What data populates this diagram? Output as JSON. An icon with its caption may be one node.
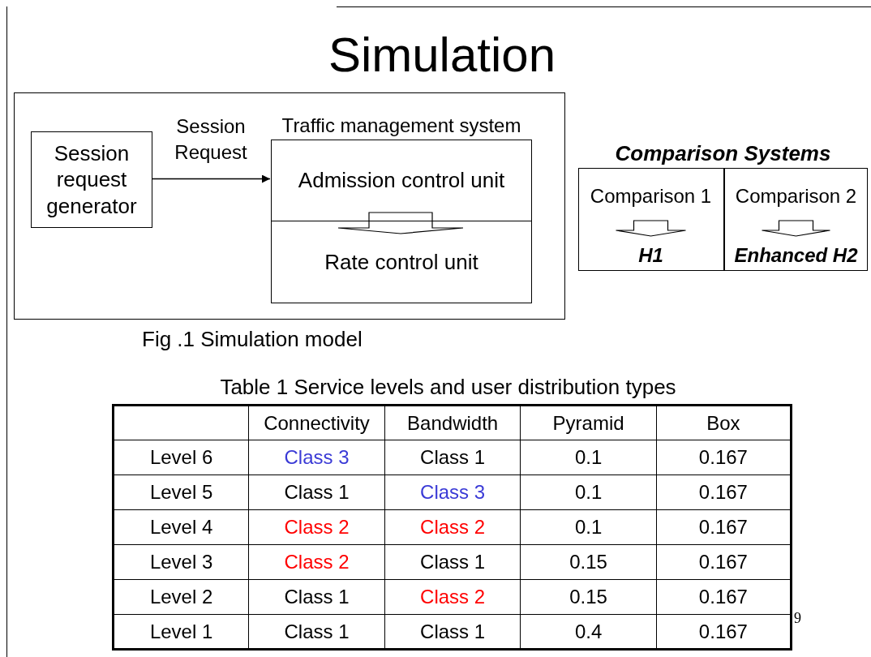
{
  "diagram": {
    "title": "Simulation",
    "nodes": [
      {
        "text": [],
        "shape": "box",
        "beside": [
          "Fig .1 Simulation model"
        ]
      },
      {
        "text": [
          "Session request generator"
        ],
        "in": 0
      },
      {
        "text": [
          "Traffic management system"
        ],
        "in": 0
      },
      {
        "text": [
          "Admission control unit"
        ],
        "in": 2
      },
      {
        "text": [
          "Rate control unit"
        ],
        "in": 2
      },
      {
        "text": [
          "Comparison Systems"
        ]
      },
      {
        "text": [
          "Comparison 1"
        ],
        "in": 5
      },
      {
        "text": [
          "H1"
        ],
        "in": 5
      },
      {
        "text": [
          "Comparison 2"
        ],
        "in": 5
      },
      {
        "text": [
          "Enhanced H2"
        ],
        "in": 5
      }
    ],
    "edges": [
      {
        "from": 1,
        "to": 3,
        "arrow": "to",
        "label": "Session Request"
      },
      {
        "from": 3,
        "to": 4,
        "arrow": "to"
      },
      {
        "from": 6,
        "to": 7,
        "arrow": "to"
      },
      {
        "from": 8,
        "to": 9,
        "arrow": "to"
      }
    ],
    "labels": [
      "Table 1 Service levels and user distribution types",
      "Connectivity",
      "Bandwidth",
      "Pyramid",
      "Box",
      "Level 6",
      "Class 3",
      "Class 1",
      "0.1",
      "0.167",
      "Level 5",
      "Class 1",
      "Class 3",
      "0.1",
      "0.167",
      "Level 4",
      "Class 2",
      "Class 2",
      "0.1",
      "0.167",
      "Level 3",
      "Class 2",
      "Class 1",
      "0.15",
      "0.167",
      "Level 2",
      "Class 1",
      "Class 2",
      "0.15",
      "0.167",
      "Level 1",
      "Class 1",
      "Class 1",
      "0.4",
      "0.167",
      "9"
    ]
  }
}
